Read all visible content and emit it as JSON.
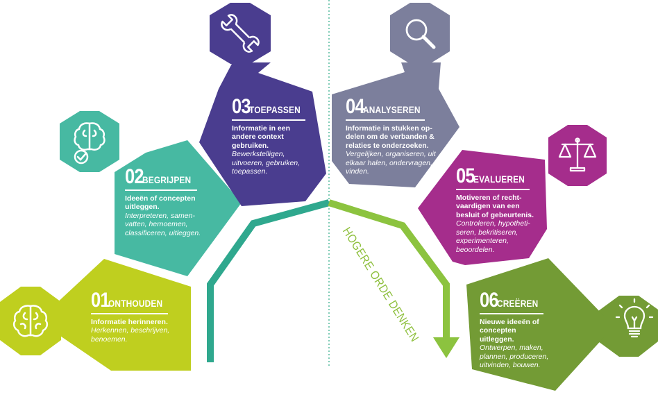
{
  "colors": {
    "step01": "#bfcf1f",
    "step02": "#47b9a2",
    "step03": "#4a3d8f",
    "step04": "#7c7f9c",
    "step05": "#a52d8c",
    "step06": "#739b35",
    "arrow_left": "#2fa88e",
    "arrow_right": "#8cc33f",
    "divider": "#3bb08f"
  },
  "arrow_label": "HOGERE ORDE DENKEN",
  "steps": [
    {
      "number": "01",
      "title": "ONTHOUDEN",
      "description": "Informatie herinneren.",
      "examples": "Herkennen, beschrijven, benoemen.",
      "icon": "brain-icon"
    },
    {
      "number": "02",
      "title": "BEGRIJPEN",
      "description": "Ideeën of concepten uitleggen.",
      "examples": "Interpreteren, samen-vatten, hernoemen, classificeren, uitleggen.",
      "icon": "brain-check-icon"
    },
    {
      "number": "03",
      "title": "TOEPASSEN",
      "description": "Informatie in een andere context gebruiken.",
      "examples": "Bewerkstelligen, uitvoeren, gebruiken, toepassen.",
      "icon": "wrench-icon"
    },
    {
      "number": "04",
      "title": "ANALYSEREN",
      "description": "Informatie in stukken op-delen om de verbanden & relaties te onderzoeken.",
      "examples": "Vergelijken, organiseren, uit elkaar halen, ondervragen, vinden.",
      "icon": "magnifier-icon"
    },
    {
      "number": "05",
      "title": "EVALUEREN",
      "description": "Motiveren of recht-vaardigen van een besluit of gebeurtenis.",
      "examples": "Controleren, hypotheti-seren, bekritiseren, experimenteren, beoordelen.",
      "icon": "scale-icon"
    },
    {
      "number": "06",
      "title": "CREËREN",
      "description": "Nieuwe ideeën of concepten uitleggen.",
      "examples": "Ontwerpen, maken, plannen, produceren, uitvinden, bouwen.",
      "icon": "lightbulb-icon"
    }
  ]
}
